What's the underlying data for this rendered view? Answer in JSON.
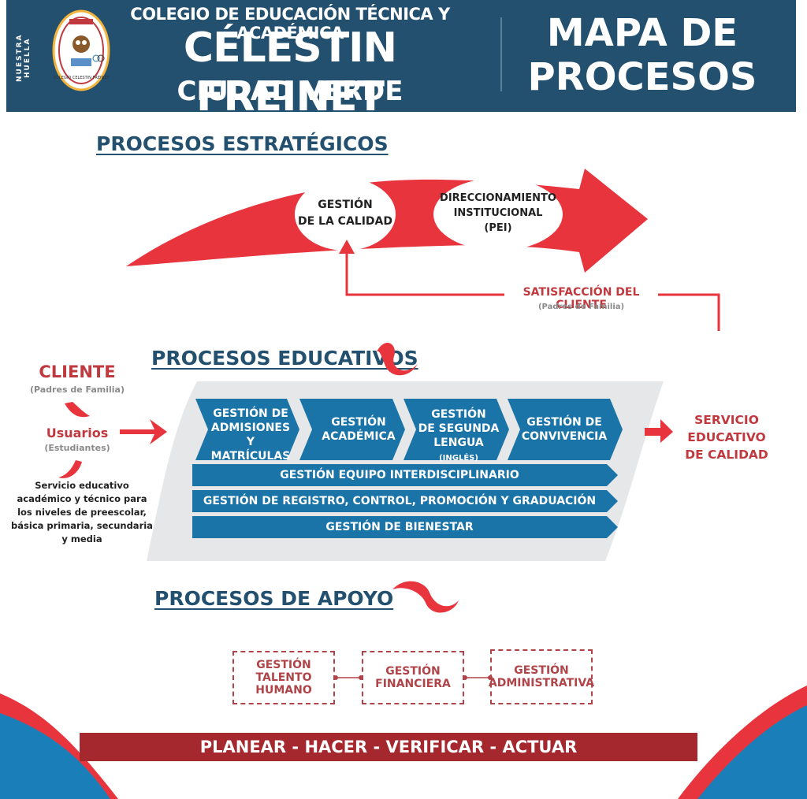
{
  "header": {
    "side_text": "NUESTRA HUELLA",
    "logo_text": "COLEGIO CELESTIN FREINET",
    "school_line1": "COLEGIO DE EDUCACIÓN TÉCNICA Y ACADÉMICA",
    "school_line2": "CÉLESTIN FREINET",
    "school_line3": "CIUDAD VERDE",
    "map_title_line1": "MAPA DE",
    "map_title_line2": "PROCESOS"
  },
  "strategic": {
    "title": "PROCESOS ESTRATÉGICOS",
    "ellipse1": [
      "GESTIÓN",
      "DE LA CALIDAD"
    ],
    "ellipse2": [
      "DIRECCIONAMIENTO",
      "INSTITUCIONAL",
      "(PEI)"
    ],
    "feedback_label": "SATISFACCIÓN DEL CLIENTE",
    "feedback_sub": "(Padres de Familia)"
  },
  "educational": {
    "title": "PROCESOS EDUCATIVOS",
    "chevrons": [
      [
        "GESTIÓN DE",
        "ADMISIONES Y",
        "MATRÍCULAS"
      ],
      [
        "GESTIÓN",
        "ACADÉMICA"
      ],
      [
        "GESTIÓN",
        "DE SEGUNDA",
        "LENGUA"
      ],
      [
        "GESTIÓN DE",
        "CONVIVENCIA"
      ]
    ],
    "chevron3_small": "(INGLÉS)",
    "bars": [
      "GESTIÓN EQUIPO INTERDISCIPLINARIO",
      "GESTIÓN DE REGISTRO, CONTROL, PROMOCIÓN Y GRADUACIÓN",
      "GESTIÓN DE BIENESTAR"
    ]
  },
  "client": {
    "title": "CLIENTE",
    "title_sub": "(Padres de Familia)",
    "users": "Usuarios",
    "users_sub": "(Estudiantes)",
    "description": [
      "Servicio educativo",
      "académico y técnico para",
      "los niveles de preescolar,",
      "básica primaria, secundaria",
      "y media"
    ]
  },
  "output": {
    "lines": [
      "SERVICIO",
      "EDUCATIVO",
      "DE CALIDAD"
    ]
  },
  "support": {
    "title": "PROCESOS DE APOYO",
    "boxes": [
      [
        "GESTIÓN",
        "TALENTO",
        "HUMANO"
      ],
      [
        "GESTIÓN",
        "FINANCIERA"
      ],
      [
        "GESTIÓN",
        "ADMINISTRATIVA"
      ]
    ]
  },
  "footer": {
    "cycle": "PLANEAR - HACER - VERIFICAR - ACTUAR"
  },
  "colors": {
    "header_blue": "#24506f",
    "chevron_blue": "#1a74a8",
    "arrow_red": "#e8343d",
    "footer_red": "#a5282f",
    "wave_blue": "#1a7fb8",
    "panel_gray": "#e6e7e8"
  }
}
